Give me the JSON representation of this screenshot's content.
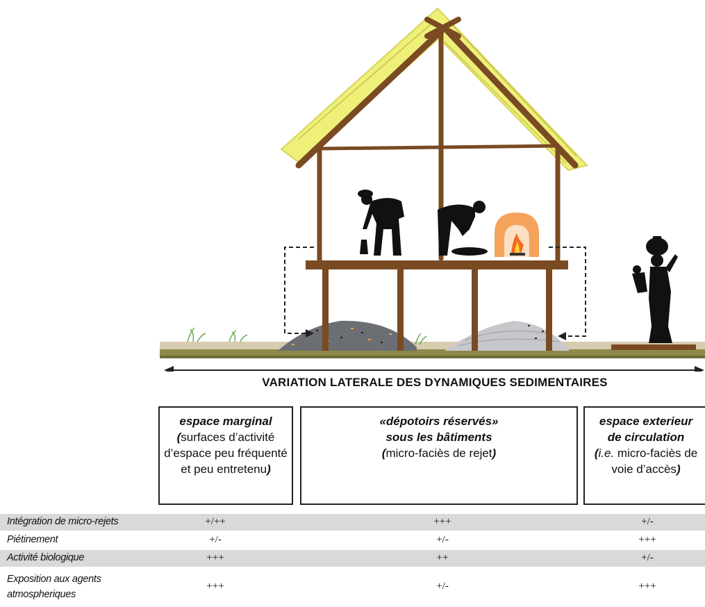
{
  "axis_title": "VARIATION LATERALE DES DYNAMIQUES SEDIMENTAIRES",
  "zones": [
    {
      "title": "espace marginal",
      "desc_parts": [
        "(",
        "surfaces d’activité d’espace peu fréquenté et peu entretenu",
        ")"
      ]
    },
    {
      "title_lines": [
        "«dépotoirs réservés»",
        "sous les bâtiments"
      ],
      "desc_parts": [
        "(",
        "micro-faciès de rejet",
        ")"
      ]
    },
    {
      "title_lines": [
        "espace exterieur",
        "de circulation"
      ],
      "desc_parts": [
        "(",
        "i.e.",
        " micro-faciès de voie d’accès",
        ")"
      ]
    }
  ],
  "table": {
    "rows": [
      {
        "label": "Intégration de micro-rejets",
        "values": [
          "+/++",
          "+++",
          "+/-"
        ],
        "shaded": true
      },
      {
        "label": "Piétinement",
        "values": [
          "+/-",
          "+/-",
          "+++"
        ],
        "shaded": false
      },
      {
        "label": "Activité biologique",
        "values": [
          "+++",
          "++",
          "+/-"
        ],
        "shaded": true
      },
      {
        "label_lines": [
          "Exposition aux agents",
          "atmospheriques"
        ],
        "values": [
          "+++",
          "+/-",
          "+++"
        ],
        "shaded": false
      }
    ]
  },
  "colors": {
    "thatch": "#eef07a",
    "wood": "#7a4a22",
    "ground": "#c9b99a",
    "grass_band": "#8d8a4a",
    "silhouette": "#111111",
    "fire": "#f5a35a"
  }
}
